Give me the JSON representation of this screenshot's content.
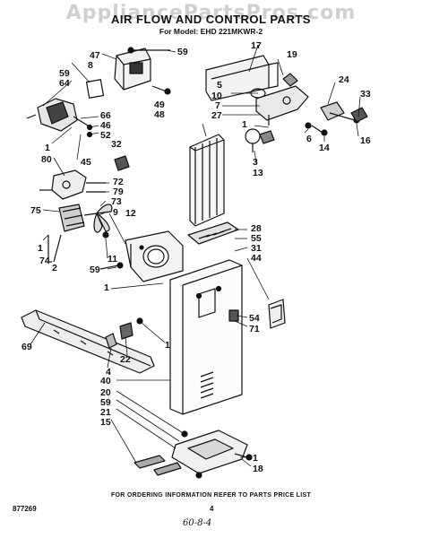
{
  "header": {
    "title": "AIR FLOW AND CONTROL PARTS",
    "subtitle": "For Model: EHD 221MKWR-2",
    "watermark": "AppliancePartsPros.com"
  },
  "footer": {
    "ordering_note": "FOR ORDERING INFORMATION REFER TO PARTS PRICE LIST",
    "doc_number": "877269",
    "page_number": "4",
    "handwritten_note": "60-8-4"
  },
  "callouts": {
    "c47": "47",
    "c59a": "59",
    "c8": "8",
    "c59b": "59",
    "c64": "64",
    "c49": "49",
    "c48": "48",
    "c66": "66",
    "c46": "46",
    "c52": "52",
    "c1a": "1",
    "c45": "45",
    "c32": "32",
    "c80": "80",
    "c72": "72",
    "c79": "79",
    "c75": "75",
    "c73": "73",
    "c9": "9",
    "c12": "12",
    "c1b": "1",
    "c74": "74",
    "c2": "2",
    "c11": "11",
    "c59c": "59",
    "c17": "17",
    "c19": "19",
    "c5": "5",
    "c10": "10",
    "c7": "7",
    "c27": "27",
    "c24": "24",
    "c33": "33",
    "c1c": "1",
    "c6": "6",
    "c14": "14",
    "c16": "16",
    "c3": "3",
    "c13": "13",
    "c28": "28",
    "c55": "55",
    "c31": "31",
    "c44": "44",
    "c1d": "1",
    "c54": "54",
    "c71": "71",
    "c69": "69",
    "c1e": "1",
    "c22": "22",
    "c4": "4",
    "c40": "40",
    "c20": "20",
    "c59d": "59",
    "c21": "21",
    "c15": "15",
    "c1f": "1",
    "c18": "18"
  }
}
